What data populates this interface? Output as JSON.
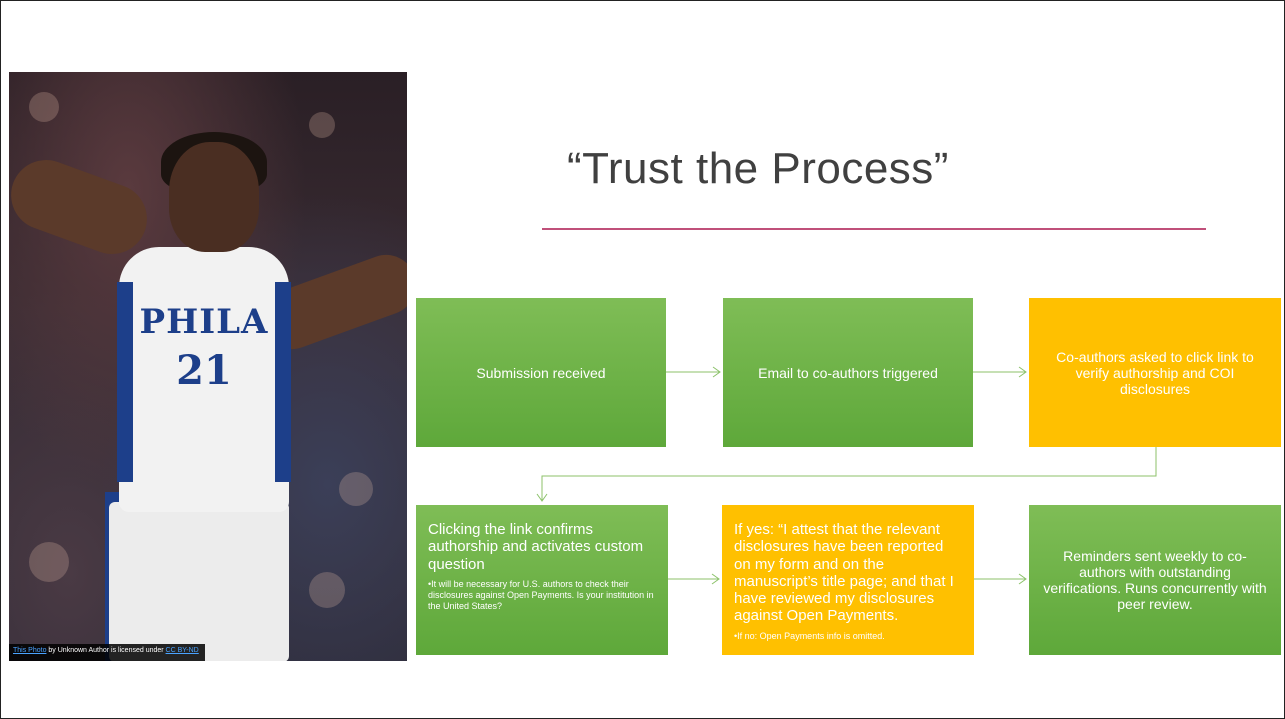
{
  "slide": {
    "title": "“Trust the Process”"
  },
  "photo": {
    "jersey_text": "PHILA",
    "jersey_number": "21",
    "credit": {
      "link_text": "This Photo",
      "middle_text": " by Unknown Author is licensed under ",
      "license_text": "CC BY-ND"
    }
  },
  "flow": {
    "box1": {
      "text": "Submission received",
      "color": "#6cb347"
    },
    "box2": {
      "text": "Email to co-authors triggered",
      "color": "#6cb347"
    },
    "box3": {
      "text": "Co-authors asked to click link to verify authorship and COI disclosures",
      "color": "#ffc000"
    },
    "box4": {
      "text": "Clicking the link confirms authorship and activates custom question",
      "bullet": "•It will be necessary for U.S. authors to check their disclosures against Open Payments. Is your institution in the United States?",
      "color": "#6cb347"
    },
    "box5": {
      "text": "If yes: “I attest that the relevant disclosures have been reported on my form and on the manuscript’s title page; and that I have reviewed my disclosures against Open Payments.",
      "bullet": "•If no: Open Payments info is omitted.",
      "color": "#ffc000"
    },
    "box6": {
      "text": "Reminders sent weekly to co-authors with outstanding verifications. Runs concurrently with peer review.",
      "color": "#6cb347"
    }
  },
  "colors": {
    "accent_rule": "#c0507a",
    "connector": "#8cc26a"
  }
}
